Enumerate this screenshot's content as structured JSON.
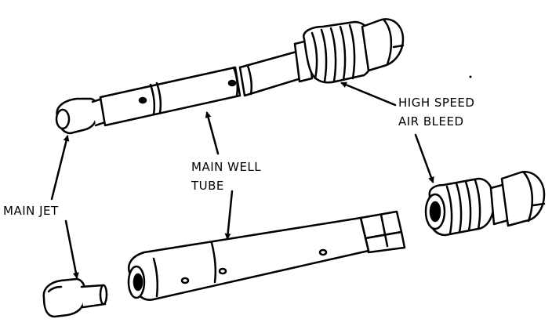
{
  "labels": {
    "high_speed_line1": "HIGH SPEED",
    "high_speed_line2": "AIR BLEED",
    "main_well_line1": "MAIN WELL",
    "main_well_line2": "TUBE",
    "main_jet": "MAIN JET"
  },
  "colors": {
    "ink": "#000000",
    "paper": "#ffffff"
  }
}
